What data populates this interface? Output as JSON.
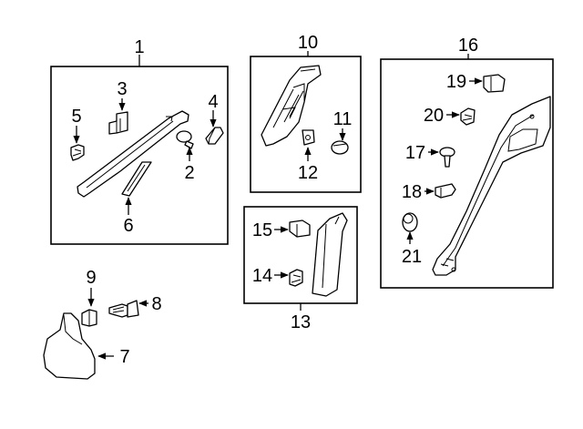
{
  "callouts": {
    "p1": "1",
    "p2": "2",
    "p3": "3",
    "p4": "4",
    "p5": "5",
    "p6": "6",
    "p7": "7",
    "p8": "8",
    "p9": "9",
    "p10": "10",
    "p11": "11",
    "p12": "12",
    "p13": "13",
    "p14": "14",
    "p15": "15",
    "p16": "16",
    "p17": "17",
    "p18": "18",
    "p19": "19",
    "p20": "20",
    "p21": "21"
  }
}
